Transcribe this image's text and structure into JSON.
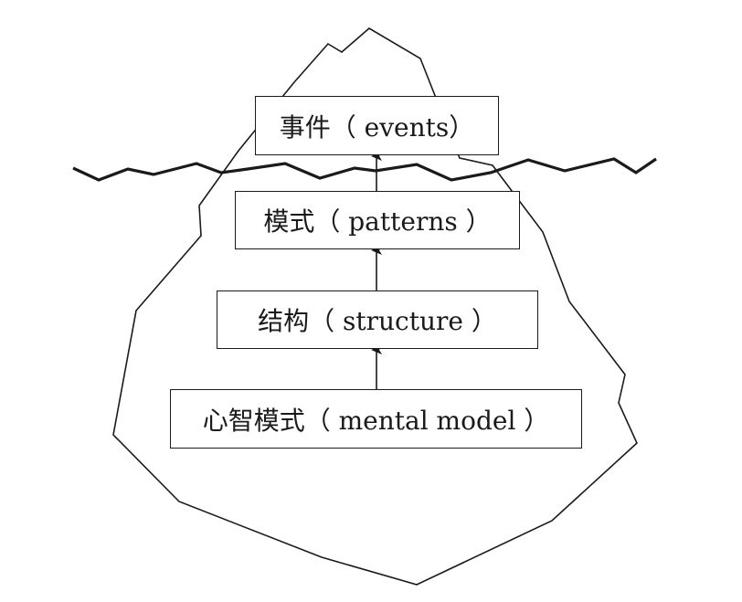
{
  "levels": [
    {
      "label": "事件（ events）"
    },
    {
      "label": "模式（ patterns ）"
    },
    {
      "label": "结构（ structure ）"
    },
    {
      "label": "心智模式（ mental model ）"
    }
  ],
  "colors": {
    "stroke": "#1a1a1a",
    "background": "#ffffff"
  }
}
